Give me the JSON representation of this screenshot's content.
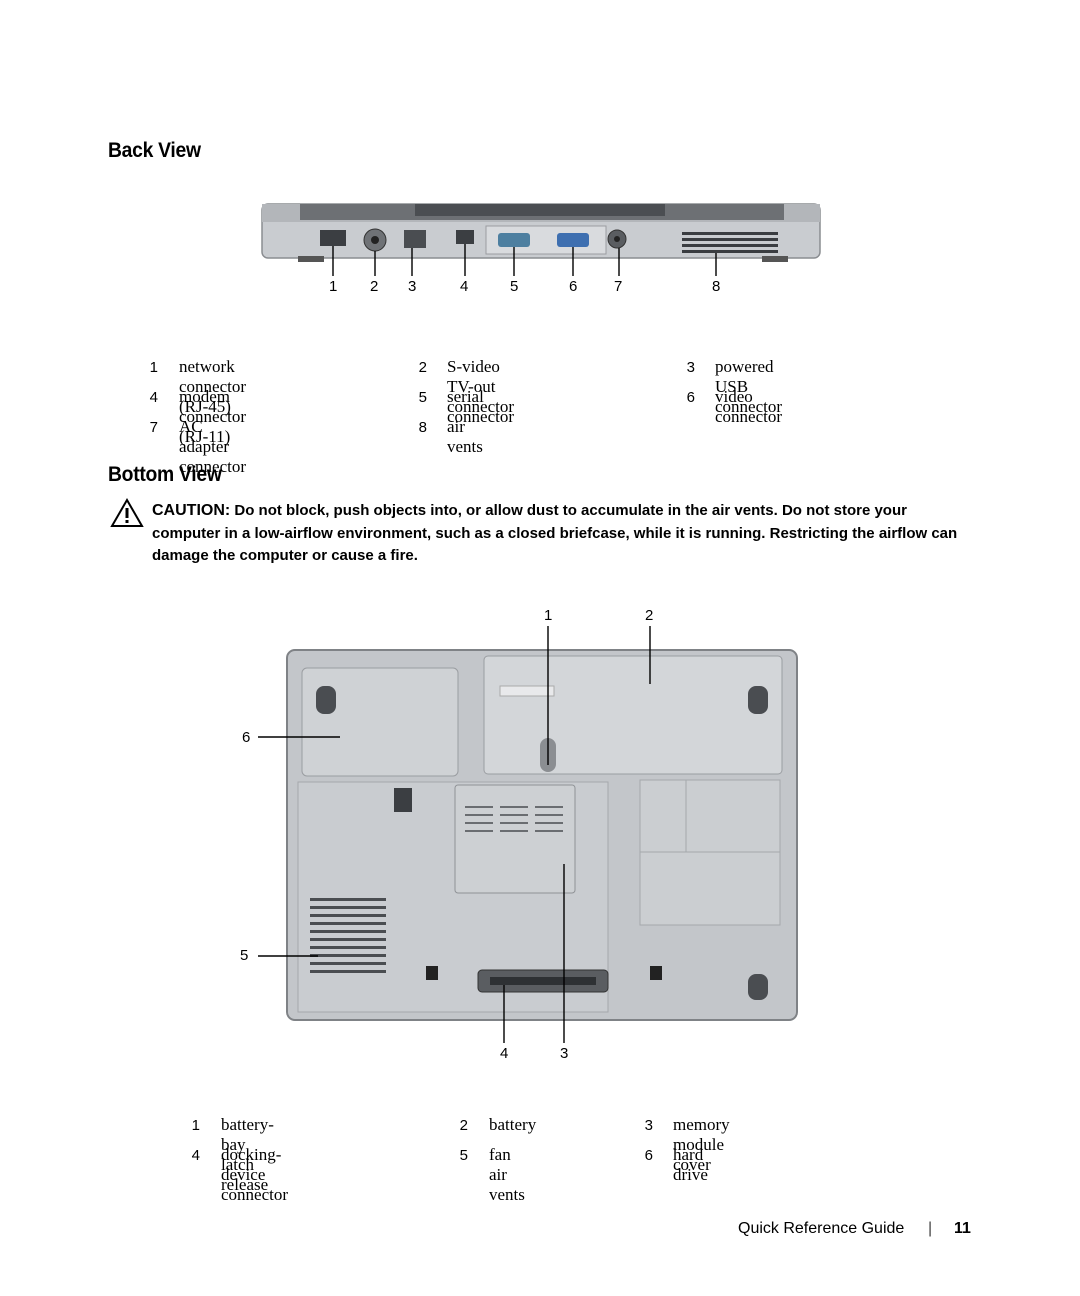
{
  "back_view": {
    "title": "Back View",
    "callouts": [
      "1",
      "2",
      "3",
      "4",
      "5",
      "6",
      "7",
      "8"
    ],
    "legend": [
      {
        "num": "1",
        "text": "network connector (RJ-45)"
      },
      {
        "num": "2",
        "text": "S-video TV-out connector"
      },
      {
        "num": "3",
        "text": "powered USB connector"
      },
      {
        "num": "4",
        "text": "modem connector (RJ-11)"
      },
      {
        "num": "5",
        "text": "serial connector"
      },
      {
        "num": "6",
        "text": "video connector"
      },
      {
        "num": "7",
        "text": "AC adapter connector"
      },
      {
        "num": "8",
        "text": "air vents"
      }
    ]
  },
  "bottom_view": {
    "title": "Bottom View",
    "caution_label": "CAUTION:",
    "caution_text": "Do not block, push objects into, or allow dust to accumulate in the air vents. Do not store your computer in a low-airflow environment, such as a closed briefcase, while it is running. Restricting the airflow can damage the computer or cause a fire.",
    "callouts": [
      "1",
      "2",
      "6",
      "5",
      "4",
      "3"
    ],
    "legend": [
      {
        "num": "1",
        "text": "battery-bay latch release"
      },
      {
        "num": "2",
        "text": "battery"
      },
      {
        "num": "3",
        "text": "memory module cover"
      },
      {
        "num": "4",
        "text": "docking-device connector"
      },
      {
        "num": "5",
        "text": "fan air vents"
      },
      {
        "num": "6",
        "text": "hard drive"
      }
    ]
  },
  "footer": {
    "guide": "Quick Reference Guide",
    "separator": "|",
    "page": "11"
  }
}
